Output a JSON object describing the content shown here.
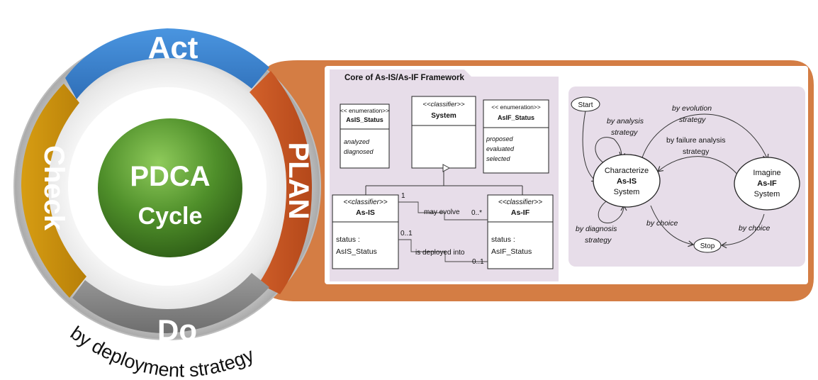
{
  "cycle": {
    "act": "Act",
    "plan": "PLAN",
    "do": "Do",
    "check": "Check",
    "center_line1": "PDCA",
    "center_line2": "Cycle",
    "deployment_caption": "by deployment strategy"
  },
  "framework": {
    "title": "Core of As-IS/As-IF Framework",
    "asis_status_stereo": "<< enumeration>>",
    "asis_status_name": "AsIS_Status",
    "asis_status_values": [
      "analyzed",
      "diagnosed"
    ],
    "system_stereo": "<<classifier>>",
    "system_name": "System",
    "asif_status_stereo": "<< enumeration>>",
    "asif_status_name": "AsIF_Status",
    "asif_status_values": [
      "proposed",
      "evaluated",
      "selected"
    ],
    "asis_stereo": "<<classifier>>",
    "asis_name": "As-IS",
    "asis_attr1": "status :",
    "asis_attr2": "AsIS_Status",
    "asif_stereo": "<<classifier>>",
    "asif_name": "As-IF",
    "asif_attr1": "status :",
    "asif_attr2": "AsIF_Status",
    "assoc1_label": "may evolve",
    "assoc1_mult_left": "1",
    "assoc1_mult_right": "0..*",
    "assoc2_label": "is deployed into",
    "assoc2_mult_left": "0..1",
    "assoc2_mult_right": "0..1"
  },
  "statemachine": {
    "start": "Start",
    "stop": "Stop",
    "asis_l1": "Characterize",
    "asis_l2": "As-IS",
    "asis_l3": "System",
    "asif_l1": "Imagine",
    "asif_l2": "As-IF",
    "asif_l3": "System",
    "by_analysis_1": "by analysis",
    "by_analysis_2": "strategy",
    "by_evolution_1": "by evolution",
    "by_evolution_2": "strategy",
    "by_failure_1": "by failure analysis",
    "by_failure_2": "strategy",
    "by_diagnosis_1": "by diagnosis",
    "by_diagnosis_2": "strategy",
    "by_choice_left": "by choice",
    "by_choice_right": "by choice"
  }
}
